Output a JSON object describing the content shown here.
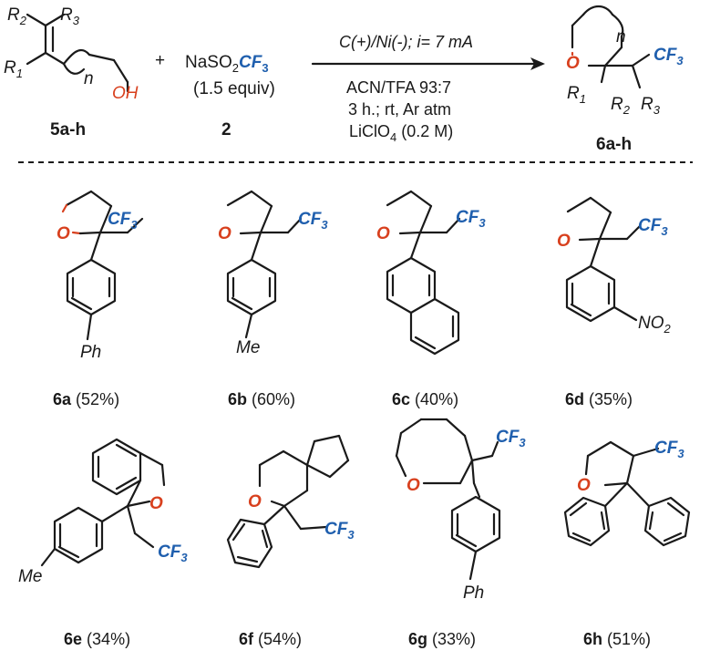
{
  "scheme": {
    "reactant": {
      "id": "5a-h",
      "labels": {
        "r1": "R",
        "r1_sub": "1",
        "r2": "R",
        "r2_sub": "2",
        "r3": "R",
        "r3_sub": "3",
        "n": "n",
        "oh": "OH"
      }
    },
    "plus": "+",
    "reagent": {
      "formula_prefix": "NaSO",
      "formula_sub": "2",
      "formula_cf3": "CF",
      "cf3_sub": "3",
      "equiv": "(1.5 equiv)",
      "id": "2"
    },
    "arrow": {
      "above": "C(+)/Ni(-); i= 7 mA",
      "below": [
        "ACN/TFA 93:7",
        "3 h.; rt, Ar atm"
      ],
      "salt_prefix": "LiClO",
      "salt_sub": "4",
      "salt_suffix": " (0.2 M)"
    },
    "product": {
      "id": "6a-h",
      "labels": {
        "o": "O",
        "n": "n",
        "cf3": "CF",
        "cf3_sub": "3",
        "r1": "R",
        "r1_sub": "1",
        "r2": "R",
        "r2_sub": "2",
        "r3": "R",
        "r3_sub": "3"
      }
    }
  },
  "atoms": {
    "o": "O",
    "cf": "CF",
    "sub3": "3",
    "ph": "Ph",
    "me": "Me",
    "no": "NO",
    "sub2": "2"
  },
  "compounds": [
    {
      "id": "6a",
      "yield": "(52%)"
    },
    {
      "id": "6b",
      "yield": "(60%)"
    },
    {
      "id": "6c",
      "yield": "(40%)"
    },
    {
      "id": "6d",
      "yield": "(35%)"
    },
    {
      "id": "6e",
      "yield": "(34%)"
    },
    {
      "id": "6f",
      "yield": "(54%)"
    },
    {
      "id": "6g",
      "yield": "(33%)"
    },
    {
      "id": "6h",
      "yield": "(51%)"
    }
  ],
  "colors": {
    "oxygen": "#d8401e",
    "cf3": "#1f5fae",
    "bond": "#1a1a1a"
  }
}
